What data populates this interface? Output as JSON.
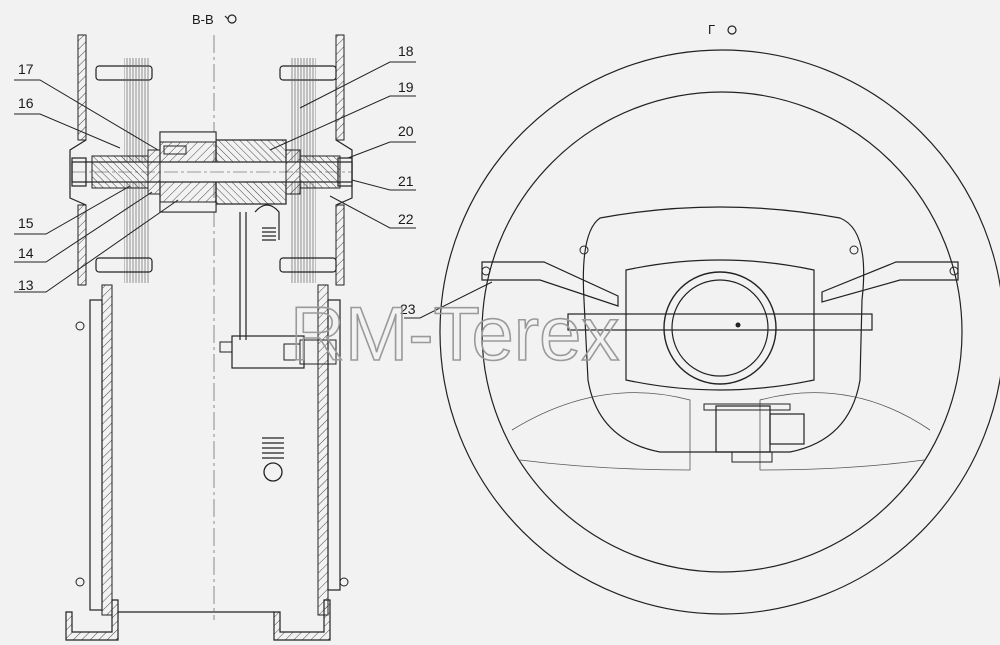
{
  "views": {
    "left_title": "В-В",
    "right_title": "Г"
  },
  "callouts": [
    {
      "id": "17",
      "label": "17"
    },
    {
      "id": "16",
      "label": "16"
    },
    {
      "id": "15",
      "label": "15"
    },
    {
      "id": "14",
      "label": "14"
    },
    {
      "id": "13",
      "label": "13"
    },
    {
      "id": "18",
      "label": "18"
    },
    {
      "id": "19",
      "label": "19"
    },
    {
      "id": "20",
      "label": "20"
    },
    {
      "id": "21",
      "label": "21"
    },
    {
      "id": "22",
      "label": "22"
    },
    {
      "id": "23",
      "label": "23"
    }
  ],
  "watermark": "RM-Terex",
  "colors": {
    "background": "#f2f2f2",
    "line": "#222222",
    "watermark": "#9a9a9a"
  }
}
